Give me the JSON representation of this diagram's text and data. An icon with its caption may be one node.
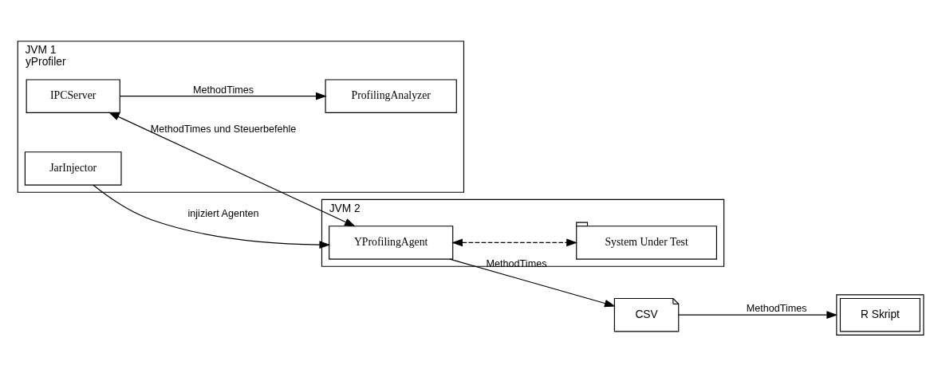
{
  "diagram": {
    "nodes": [
      {
        "text": [
          "JVM 1",
          "yProfiler"
        ]
      },
      {
        "text": [
          "JarInjector"
        ],
        "in": 0
      },
      {
        "text": [
          "ProfilingAnalyzer"
        ],
        "in": 0
      },
      {
        "text": [
          "IPCServer"
        ],
        "in": 0
      },
      {
        "text": [
          "JVM 2"
        ]
      },
      {
        "text": [
          "YProfilingAgent"
        ],
        "in": 4
      },
      {
        "text": [
          "System Under Test"
        ],
        "in": 4
      },
      {
        "text": [
          "CSV"
        ]
      },
      {
        "text": [
          "R Skript"
        ]
      }
    ],
    "edges": [
      {
        "from": 1,
        "to": 5,
        "arrow": "to",
        "label": "injiziert Agenten"
      },
      {
        "from": 3,
        "to": 5,
        "arrow": "both",
        "label": "MethodTimes und Steuerbefehle"
      },
      {
        "from": 3,
        "to": 2,
        "arrow": "to",
        "label": "MethodTimes"
      },
      {
        "from": 5,
        "to": 6,
        "arrow": "both",
        "style": "dashed"
      },
      {
        "from": 5,
        "to": 7,
        "arrow": "to",
        "label": "MethodTimes"
      },
      {
        "from": 7,
        "to": 8,
        "arrow": "to",
        "label": "MethodTimes"
      }
    ]
  }
}
